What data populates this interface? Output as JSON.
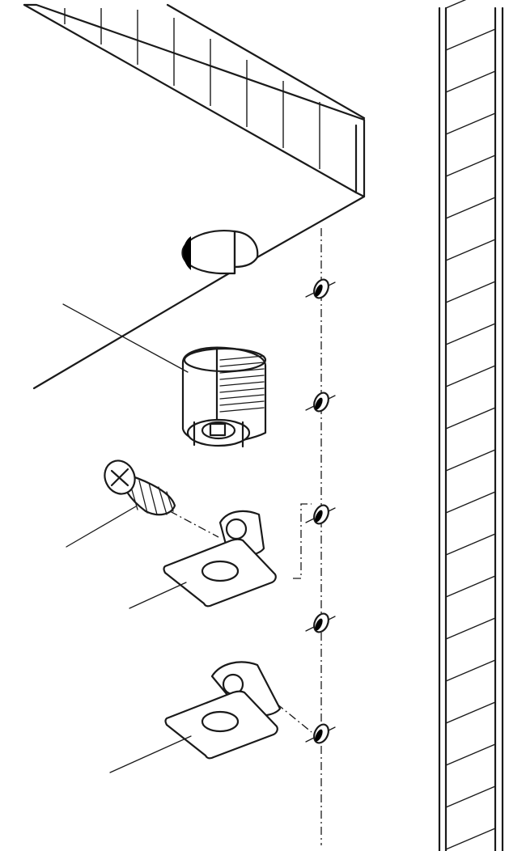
{
  "diagram": {
    "kind": "exploded assembly drawing",
    "parts": [
      "cabinet-panel",
      "side-panel",
      "cam-lock-housing",
      "euro-screw",
      "connector-bracket-upper",
      "connector-bracket-lower",
      "shelf-pins"
    ],
    "shelf_pin_count": 5,
    "leader_line_count": 4,
    "colors": {
      "line": "#1a1a1a",
      "background": "#ffffff",
      "hole_shadow": "#000000"
    }
  }
}
